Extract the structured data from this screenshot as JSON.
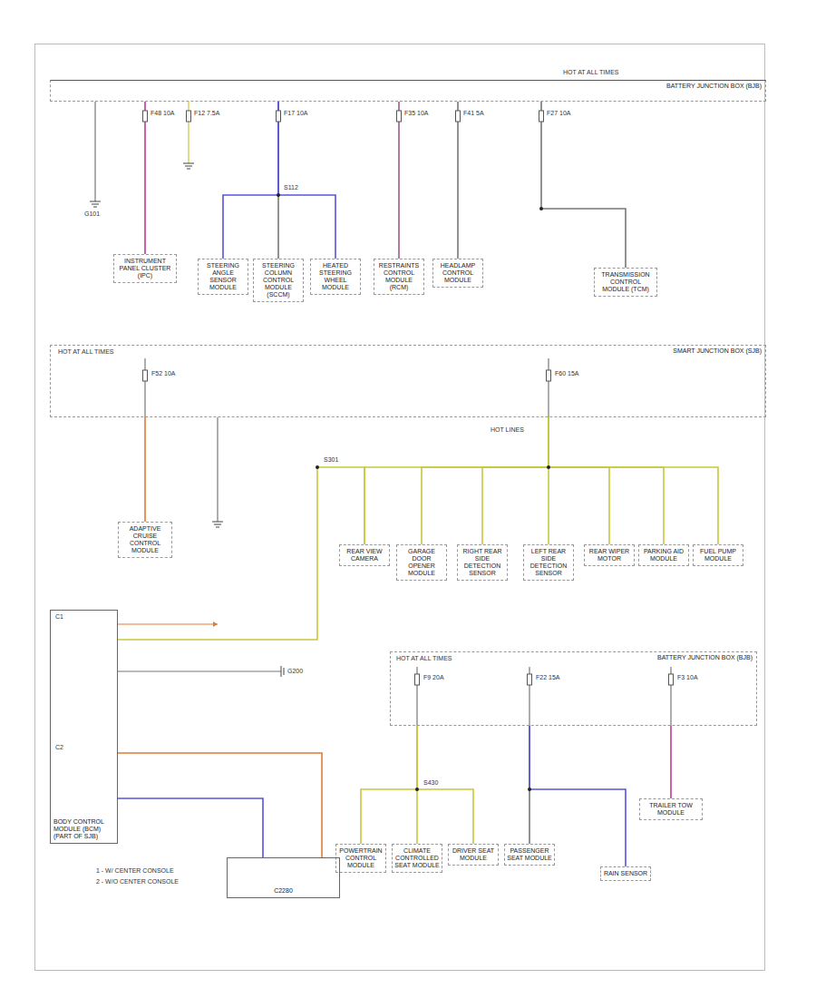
{
  "diagram": {
    "nodes": [
      {
        "text": [
          "BATTERY JUNCTION BOX (BJB)"
        ]
      },
      {
        "text": [
          "INSTRUMENT PANEL CLUSTER (IPC)"
        ]
      },
      {
        "text": [
          "STEERING ANGLE SENSOR MODULE"
        ]
      },
      {
        "text": [
          "STEERING COLUMN CONTROL MODULE (SCCM)"
        ]
      },
      {
        "text": [
          "HEATED STEERING WHEEL MODULE"
        ]
      },
      {
        "text": [
          "RESTRAINTS CONTROL MODULE (RCM)"
        ]
      },
      {
        "text": [
          "HEADLAMP CONTROL MODULE"
        ]
      },
      {
        "text": [
          "TRANSMISSION CONTROL MODULE (TCM)"
        ]
      },
      {
        "text": [
          "SMART JUNCTION BOX (SJB)"
        ]
      },
      {
        "text": [
          "ADAPTIVE CRUISE CONTROL MODULE"
        ]
      },
      {
        "text": [
          "REAR VIEW CAMERA"
        ]
      },
      {
        "text": [
          "GARAGE DOOR OPENER MODULE"
        ]
      },
      {
        "text": [
          "RIGHT REAR SIDE DETECTION SENSOR"
        ]
      },
      {
        "text": [
          "LEFT REAR SIDE DETECTION SENSOR"
        ]
      },
      {
        "text": [
          "REAR WIPER MOTOR"
        ]
      },
      {
        "text": [
          "PARKING AID MODULE"
        ]
      },
      {
        "text": [
          "FUEL PUMP MODULE"
        ]
      },
      {
        "text": [
          "BODY CONTROL MODULE (BCM) (PART OF SJB)"
        ]
      },
      {
        "text": [
          "BATTERY JUNCTION BOX (BJB)"
        ]
      },
      {
        "text": [
          "POWERTRAIN CONTROL MODULE"
        ]
      },
      {
        "text": [
          "CLIMATE CONTROLLED SEAT MODULE"
        ]
      },
      {
        "text": [
          "DRIVER SEAT MODULE"
        ]
      },
      {
        "text": [
          "PASSENGER SEAT MODULE"
        ]
      },
      {
        "text": [
          "RAIN SENSOR"
        ]
      },
      {
        "text": [
          "C2280"
        ]
      },
      {
        "text": [
          "TRAILER TOW MODULE"
        ]
      }
    ],
    "edges": [
      {
        "from": 0,
        "to": 1,
        "arrow": "none"
      },
      {
        "from": 0,
        "to": 2,
        "arrow": "none"
      },
      {
        "from": 0,
        "to": 3,
        "arrow": "none"
      },
      {
        "from": 0,
        "to": 4,
        "arrow": "none"
      },
      {
        "from": 0,
        "to": 5,
        "arrow": "none"
      },
      {
        "from": 0,
        "to": 6,
        "arrow": "none"
      },
      {
        "from": 0,
        "to": 7,
        "arrow": "none"
      },
      {
        "from": 8,
        "to": 9,
        "arrow": "none"
      },
      {
        "from": 8,
        "to": 10,
        "arrow": "none"
      },
      {
        "from": 8,
        "to": 11,
        "arrow": "none"
      },
      {
        "from": 8,
        "to": 12,
        "arrow": "none"
      },
      {
        "from": 8,
        "to": 13,
        "arrow": "none"
      },
      {
        "from": 8,
        "to": 14,
        "arrow": "none"
      },
      {
        "from": 8,
        "to": 15,
        "arrow": "none"
      },
      {
        "from": 8,
        "to": 16,
        "arrow": "none"
      },
      {
        "from": 17,
        "to": 10,
        "arrow": "none"
      },
      {
        "from": 17,
        "to": 24,
        "arrow": "none"
      },
      {
        "from": 17,
        "to": 24,
        "arrow": "none"
      },
      {
        "from": 18,
        "to": 19,
        "arrow": "none"
      },
      {
        "from": 18,
        "to": 20,
        "arrow": "none"
      },
      {
        "from": 18,
        "to": 21,
        "arrow": "none"
      },
      {
        "from": 18,
        "to": 22,
        "arrow": "none"
      },
      {
        "from": 18,
        "to": 23,
        "arrow": "none"
      },
      {
        "from": 18,
        "to": 25,
        "arrow": "none"
      }
    ],
    "labels": [
      "F48 10A",
      "F12 7.5A",
      "F17 10A",
      "F35 10A",
      "F41 5A",
      "F27 10A",
      "HOT AT ALL TIMES",
      "G101",
      "S112",
      "F52 10A",
      "F60 15A",
      "HOT AT ALL TIMES",
      "HOT LINES",
      "S301",
      "F9 20A",
      "F22 15A",
      "F3 10A",
      "HOT AT ALL TIMES",
      "C1",
      "C2",
      "1 - W/ CENTER CONSOLE",
      "2 - W/O CENTER CONSOLE",
      "G200",
      "S430"
    ]
  }
}
